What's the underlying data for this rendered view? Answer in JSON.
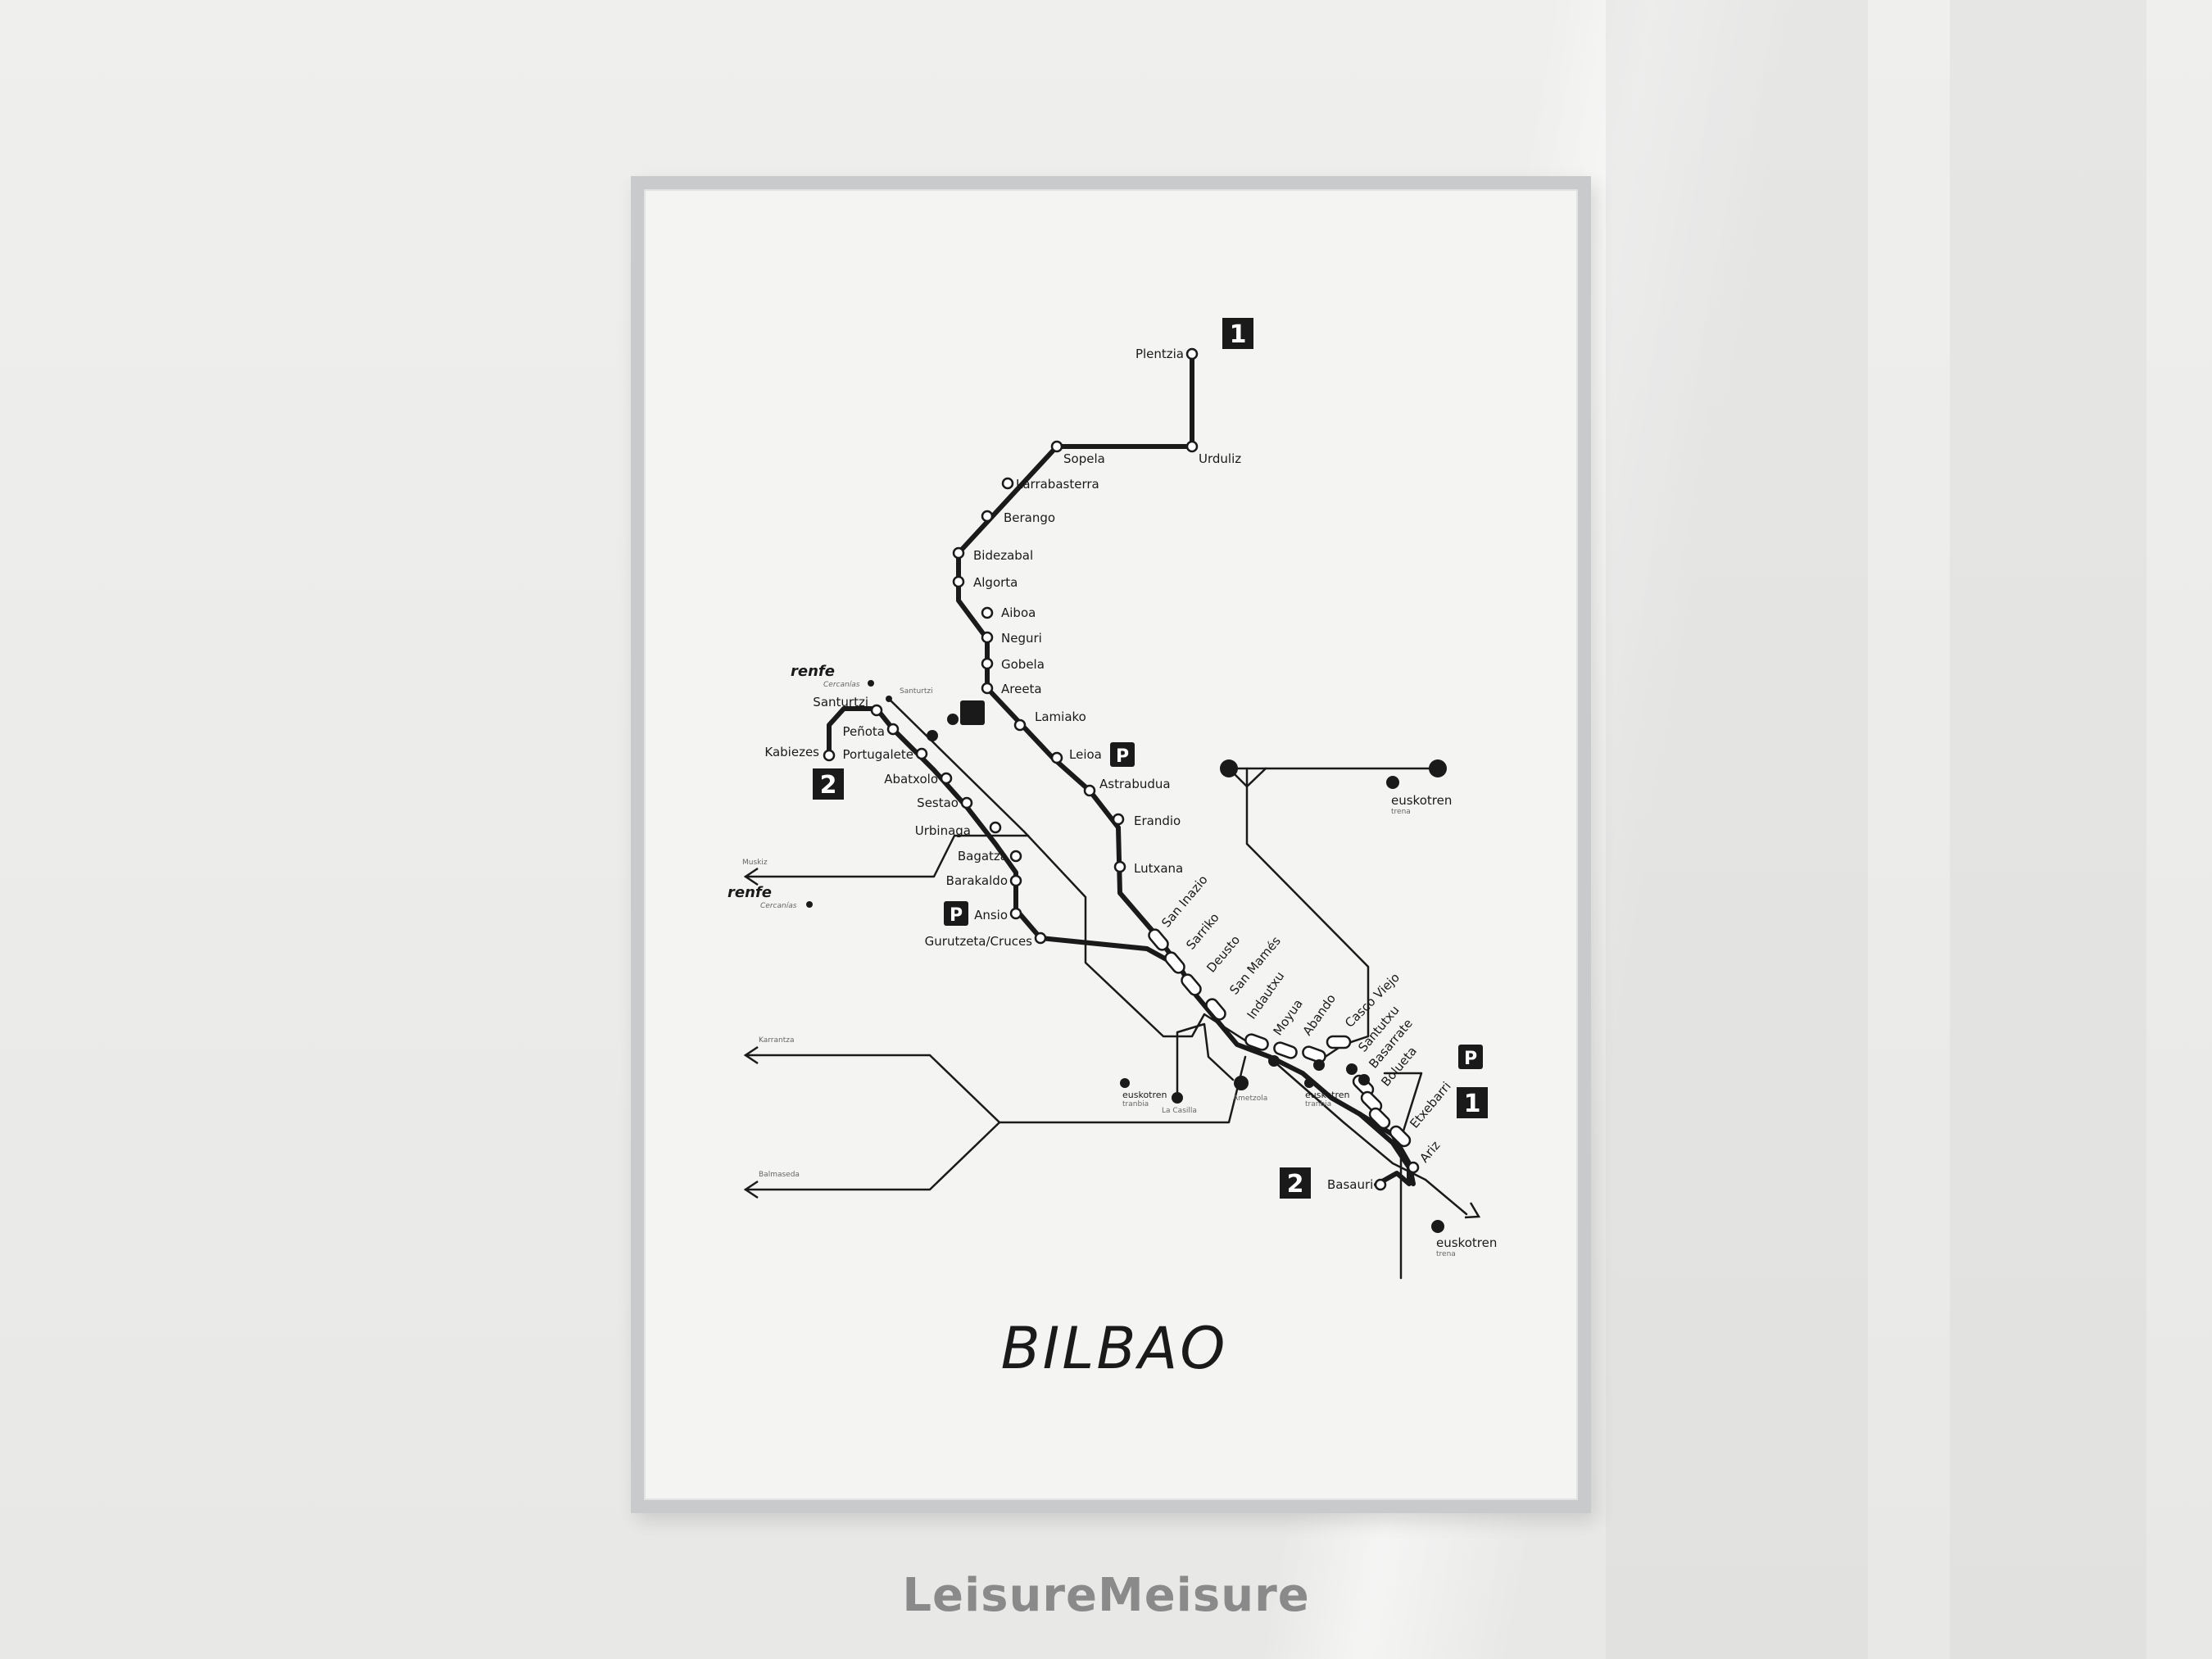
{
  "title": "BILBAO",
  "watermark": "LeisureMeisure",
  "colors": {
    "line": "#1a1a1a",
    "wall": "#ededeb",
    "frame": "#c9cacc",
    "paper": "#f4f4f3"
  },
  "line_badges": [
    "1",
    "2",
    "P"
  ],
  "operators": {
    "renfe": "renfe",
    "renfe_sub": "Cercanías",
    "euskotren": "euskotren",
    "euskotren_sub": "trena",
    "euskotren_tranbia": "tranbia"
  },
  "line1_stations": [
    "Plentzia",
    "Urduliz",
    "Sopela",
    "Larrabasterra",
    "Berango",
    "Bidezabal",
    "Algorta",
    "Aiboa",
    "Neguri",
    "Gobela",
    "Areeta",
    "Lamiako",
    "Leioa",
    "Astrabudua",
    "Erandio",
    "Lutxana"
  ],
  "line2_stations": [
    "Kabiezes",
    "Santurtzi",
    "Peñota",
    "Portugalete",
    "Abatxolo",
    "Sestao",
    "Urbinaga",
    "Bagatza",
    "Barakaldo",
    "Ansio",
    "Gurutzeta/Cruces"
  ],
  "trunk_stations": [
    "San Inazio",
    "Sarriko",
    "Deusto",
    "San Mamés",
    "Indautxu",
    "Moyua",
    "Abando",
    "Casco Viejo",
    "Santutxu",
    "Basarrate",
    "Bolueta",
    "Etxebarri",
    "Ariz",
    "Basauri"
  ],
  "other_labels": {
    "ametzola": "Ametzola",
    "la_casilla": "La Casilla",
    "renfe_santurtzi": "Santurtzi",
    "muskiz": "Muskiz",
    "karrantza": "Karrantza",
    "balmaseda": "Balmaseda"
  }
}
